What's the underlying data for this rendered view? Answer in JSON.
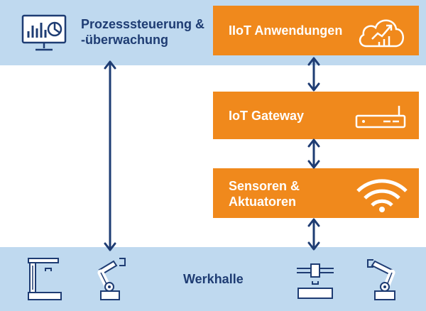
{
  "process_control": {
    "label": "Prozesssteuerung &\n-überwachung",
    "icon": "dashboard-monitor-icon"
  },
  "iiot_apps": {
    "label": "IIoT Anwendungen",
    "icon": "cloud-chart-icon"
  },
  "iot_gateway": {
    "label": "IoT Gateway",
    "icon": "router-icon"
  },
  "sensors": {
    "label": "Sensoren &\nAktuatoren",
    "icon": "wifi-signal-icon"
  },
  "factory": {
    "label": "Werkhalle",
    "icons": [
      "cnc-machine-icon",
      "robot-arm-icon",
      "milling-machine-icon",
      "robot-arm-icon"
    ]
  },
  "colors": {
    "orange": "#f0891c",
    "light_blue": "#bfd9ef",
    "dark_blue": "#1e3c73"
  }
}
